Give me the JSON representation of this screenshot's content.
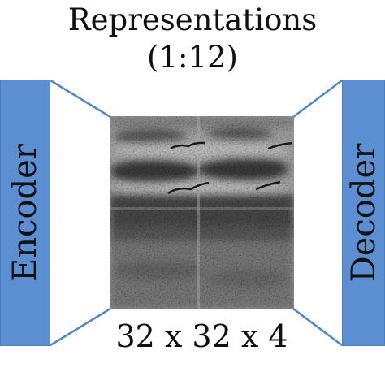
{
  "title": {
    "line1": "Representations",
    "line2": "(1:12)"
  },
  "encoder": {
    "label": "Encoder"
  },
  "decoder": {
    "label": "Decoder"
  },
  "feature_map": {
    "dimensions": "32 x 32 x 4"
  },
  "colors": {
    "block_fill": "#5b8fd1",
    "connector": "#4f86c6",
    "text": "#111111"
  }
}
